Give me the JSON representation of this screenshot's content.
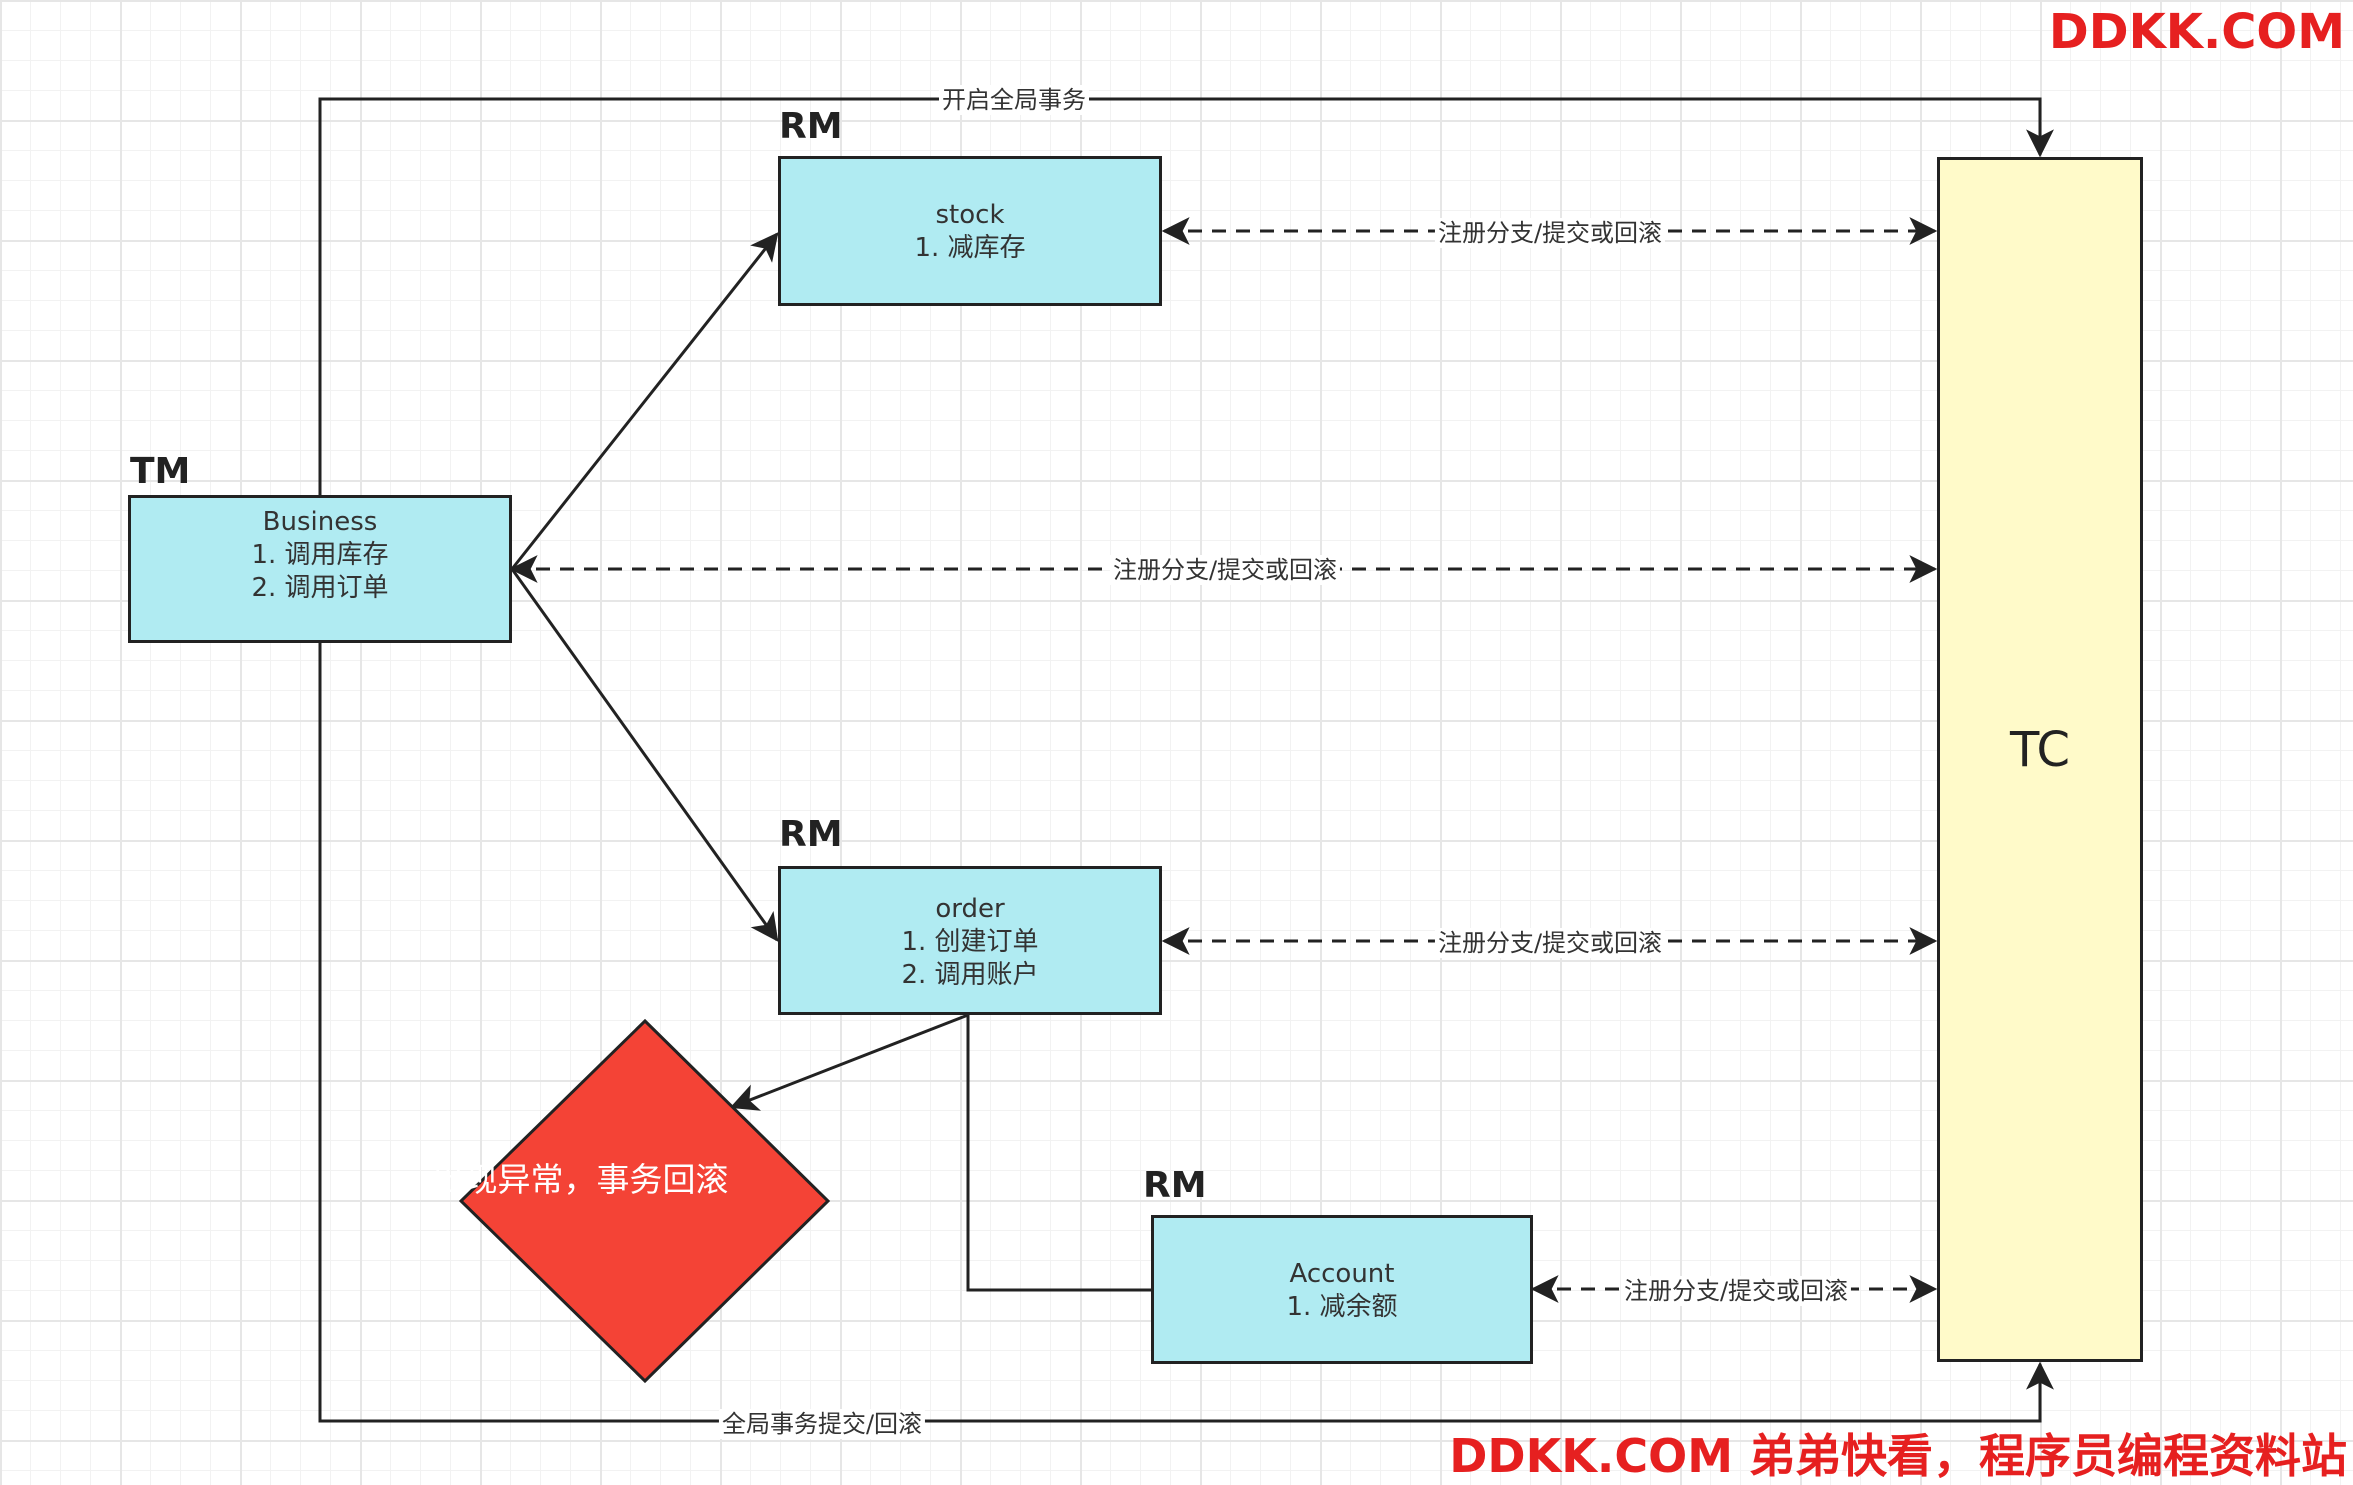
{
  "nodes": {
    "tm": {
      "role": "TM",
      "lines": [
        "Business",
        "1. 调用库存",
        "2. 调用订单"
      ]
    },
    "stock": {
      "role": "RM",
      "lines": [
        "stock",
        "1. 减库存"
      ]
    },
    "order": {
      "role": "RM",
      "lines": [
        "order",
        "1. 创建订单",
        "2. 调用账户"
      ]
    },
    "account": {
      "role": "RM",
      "lines": [
        "Account",
        "1. 减余额"
      ]
    },
    "tc": {
      "label": "TC"
    },
    "exception": {
      "label": "出现异常，事务回滚"
    }
  },
  "edges": {
    "begin_global": "开启全局事务",
    "branch_stock": "注册分支/提交或回滚",
    "branch_tm": "注册分支/提交或回滚",
    "branch_order": "注册分支/提交或回滚",
    "branch_account": "注册分支/提交或回滚",
    "global_commit": "全局事务提交/回滚"
  },
  "watermark": {
    "top": "DDKK.COM",
    "bottom": "DDKK.COM 弟弟快看，程序员编程资料站"
  },
  "colors": {
    "rm_fill": "#b0ebf2",
    "tc_fill": "#fffac9",
    "exception_fill": "#f44336",
    "watermark": "#e62020"
  }
}
